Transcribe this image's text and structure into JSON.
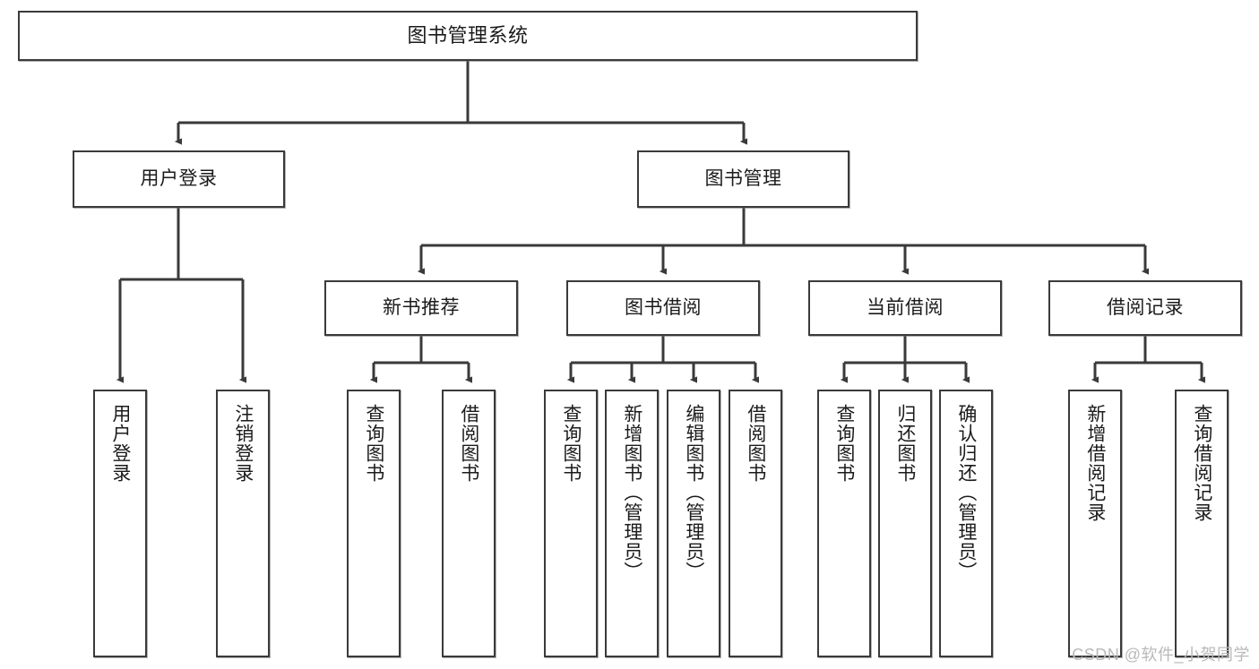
{
  "diagram": {
    "title": "图书管理系统",
    "type": "tree-hierarchy",
    "watermark": "CSDN @软件_小贺同学",
    "colors": {
      "box_border": "#3a3a3a",
      "box_fill": "#ffffff",
      "connector": "#3a3a3a",
      "text": "#1b1b1b",
      "watermark": "#b9b9b9"
    },
    "nodes": {
      "root": {
        "label": "图书管理系统"
      },
      "level2": [
        {
          "id": "user-login",
          "label": "用户登录"
        },
        {
          "id": "book-manage",
          "label": "图书管理"
        }
      ],
      "level3": [
        {
          "id": "new-book-recommend",
          "label": "新书推荐"
        },
        {
          "id": "book-borrow",
          "label": "图书借阅"
        },
        {
          "id": "current-borrow",
          "label": "当前借阅"
        },
        {
          "id": "borrow-record",
          "label": "借阅记录"
        }
      ],
      "leaves": [
        {
          "id": "leaf-user-login",
          "label": "用户登录",
          "parent": "user-login"
        },
        {
          "id": "leaf-user-logout",
          "label": "注销登录",
          "parent": "user-login"
        },
        {
          "id": "leaf-query-book-1",
          "label": "查询图书",
          "parent": "new-book-recommend"
        },
        {
          "id": "leaf-borrow-book-1",
          "label": "借阅图书",
          "parent": "new-book-recommend"
        },
        {
          "id": "leaf-query-book-2",
          "label": "查询图书",
          "parent": "book-borrow"
        },
        {
          "id": "leaf-add-book",
          "label": "新增图书（管理员）",
          "parent": "book-borrow"
        },
        {
          "id": "leaf-edit-book",
          "label": "编辑图书（管理员）",
          "parent": "book-borrow"
        },
        {
          "id": "leaf-borrow-book-2",
          "label": "借阅图书",
          "parent": "book-borrow"
        },
        {
          "id": "leaf-query-book-3",
          "label": "查询图书",
          "parent": "current-borrow"
        },
        {
          "id": "leaf-return-book",
          "label": "归还图书",
          "parent": "current-borrow"
        },
        {
          "id": "leaf-confirm-return",
          "label": "确认归还（管理员）",
          "parent": "current-borrow"
        },
        {
          "id": "leaf-add-record",
          "label": "新增借阅记录",
          "parent": "borrow-record"
        },
        {
          "id": "leaf-query-record",
          "label": "查询借阅记录",
          "parent": "borrow-record"
        }
      ]
    }
  }
}
